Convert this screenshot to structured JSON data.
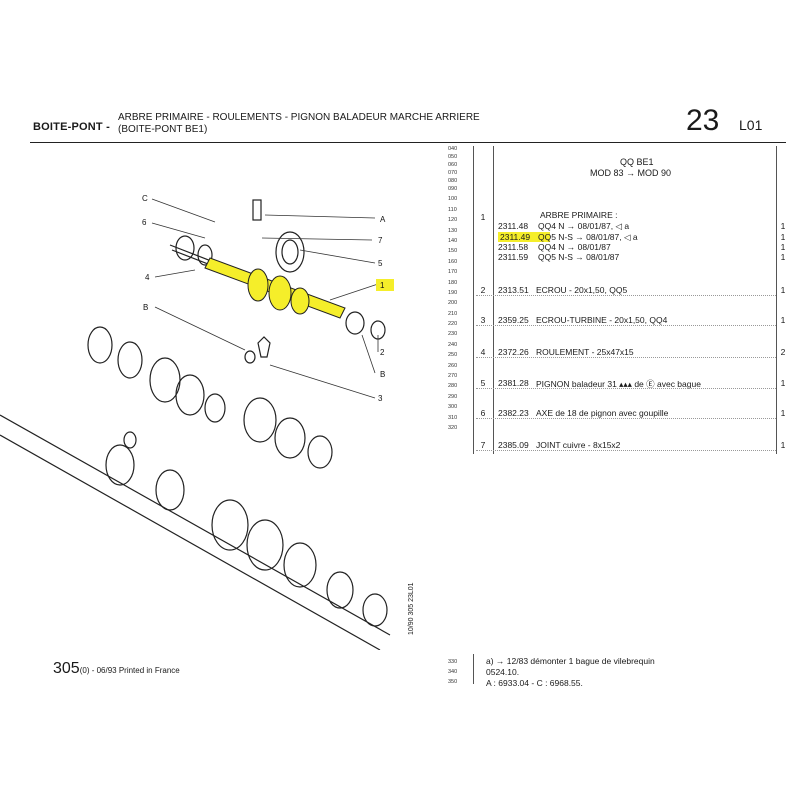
{
  "header": {
    "section": "BOITE-PONT",
    "title_line1": "ARBRE PRIMAIRE - ROULEMENTS - PIGNON BALADEUR MARCHE ARRIERE",
    "title_line2": "(BOITE-PONT BE1)",
    "group_number": "23",
    "page_code": "L01"
  },
  "line_numbers": [
    "040",
    "050",
    "060",
    "070",
    "080",
    "090",
    "100",
    "110",
    "120",
    "130",
    "140",
    "150",
    "160",
    "170",
    "180",
    "190",
    "200",
    "210",
    "220",
    "230",
    "240",
    "250",
    "260",
    "270",
    "280",
    "290",
    "300",
    "310",
    "320"
  ],
  "footer_line_numbers": [
    "330",
    "340",
    "350"
  ],
  "applicability": {
    "line1": "QQ BE1",
    "line2": "MOD 83 → MOD 90"
  },
  "group_label": "ARBRE PRIMAIRE :",
  "rows": [
    {
      "no": "1",
      "ref": "",
      "desc": "",
      "qty": ""
    },
    {
      "no": "",
      "ref": "2311.48",
      "desc": "QQ4 N → 08/01/87, ◁ a",
      "qty": "1"
    },
    {
      "no": "",
      "ref": "2311.49",
      "desc": "QQ5 N-S → 08/01/87, ◁ a",
      "qty": "1"
    },
    {
      "no": "",
      "ref": "2311.58",
      "desc": "QQ4 N → 08/01/87",
      "qty": "1"
    },
    {
      "no": "",
      "ref": "2311.59",
      "desc": "QQ5 N-S → 08/01/87",
      "qty": "1"
    },
    {
      "no": "2",
      "ref": "2313.51",
      "desc": "ECROU - 20x1,50, QQ5",
      "qty": "1"
    },
    {
      "no": "3",
      "ref": "2359.25",
      "desc": "ECROU-TURBINE - 20x1,50, QQ4",
      "qty": "1"
    },
    {
      "no": "4",
      "ref": "2372.26",
      "desc": "ROULEMENT - 25x47x15",
      "qty": "2"
    },
    {
      "no": "5",
      "ref": "2381.28",
      "desc": "PIGNON baladeur 31 ▴▴▴ de Ⓔ avec bague",
      "qty": "1"
    },
    {
      "no": "6",
      "ref": "2382.23",
      "desc": "AXE de 18 de pignon avec goupille",
      "qty": "1"
    },
    {
      "no": "7",
      "ref": "2385.09",
      "desc": "JOINT cuivre - 8x15x2",
      "qty": "1"
    }
  ],
  "notes": {
    "n1": "a) → 12/83 démonter 1 bague de vilebrequin",
    "n2": "0524.10.",
    "n3": "A : 6933.04 - C : 6968.55."
  },
  "diagram_labels": {
    "c": "C",
    "six": "6",
    "a": "A",
    "seven": "7",
    "five": "5",
    "one": "1",
    "four": "4",
    "b1": "B",
    "two": "2",
    "b2": "B",
    "three": "3"
  },
  "side_print": "10/90  305  23L01",
  "footer": {
    "page": "305",
    "suffix": "(0) - 06/93 Printed in France"
  },
  "colors": {
    "highlight": "#f5ee2a",
    "ink": "#1a1a1a"
  }
}
